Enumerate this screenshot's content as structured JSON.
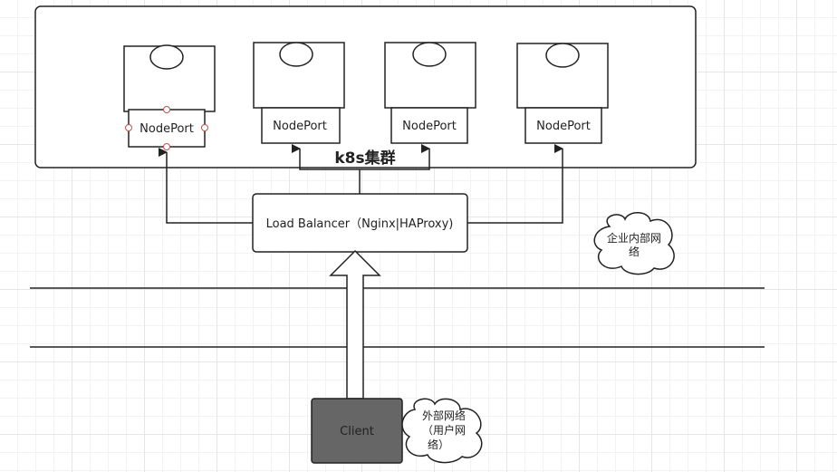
{
  "cluster": {
    "title": "k8s集群"
  },
  "nodes": [
    {
      "port_label": "NodePort"
    },
    {
      "port_label": "NodePort"
    },
    {
      "port_label": "NodePort"
    },
    {
      "port_label": "NodePort"
    }
  ],
  "load_balancer": {
    "label": "Load Balancer（Nginx|HAProxy)"
  },
  "client": {
    "label": "Client"
  },
  "clouds": {
    "internal": {
      "line1": "企业内部网",
      "line2": "络"
    },
    "external": {
      "line1": "外部网络",
      "line2": "（用户网",
      "line3": "络）"
    }
  },
  "colors": {
    "stroke": "#222222",
    "client_fill": "#666666",
    "client_text": "#222222",
    "port_dot": "#b85450"
  }
}
